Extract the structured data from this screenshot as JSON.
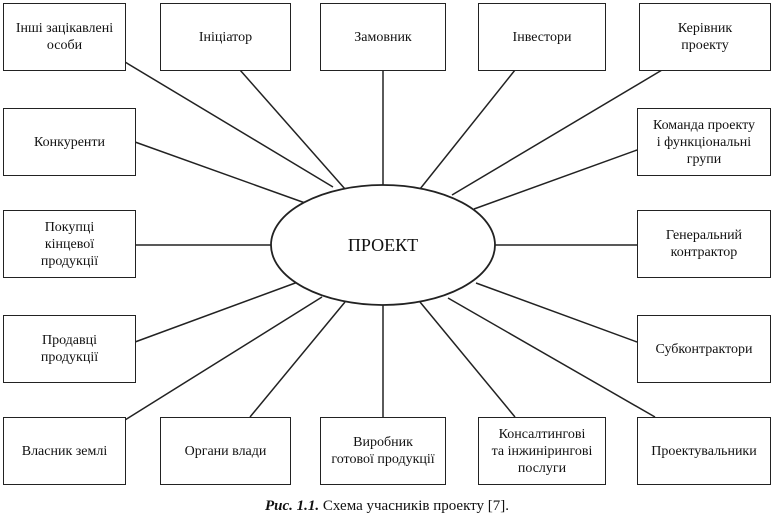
{
  "center": "ПРОЕКТ",
  "boxes": {
    "other": "Інші зацікавлені\nособи",
    "initiator": "Ініціатор",
    "customer": "Замовник",
    "investors": "Інвестори",
    "manager": "Керівник\nпроекту",
    "competitors": "Конкуренти",
    "team": "Команда проекту\nі функціональні\nгрупи",
    "buyers": "Покупці\nкінцевої\nпродукції",
    "general": "Генеральний\nконтрактор",
    "sellers": "Продавці\nпродукції",
    "subcontractors": "Субконтрактори",
    "landowner": "Власник землі",
    "authorities": "Органи влади",
    "producer": "Виробник\nготової продукції",
    "consulting": "Консалтингові\nта інжинірингові\nпослуги",
    "designers": "Проектувальники"
  },
  "caption": {
    "label": "Рис. 1.1.",
    "text": " Схема учасників проекту [7]."
  }
}
